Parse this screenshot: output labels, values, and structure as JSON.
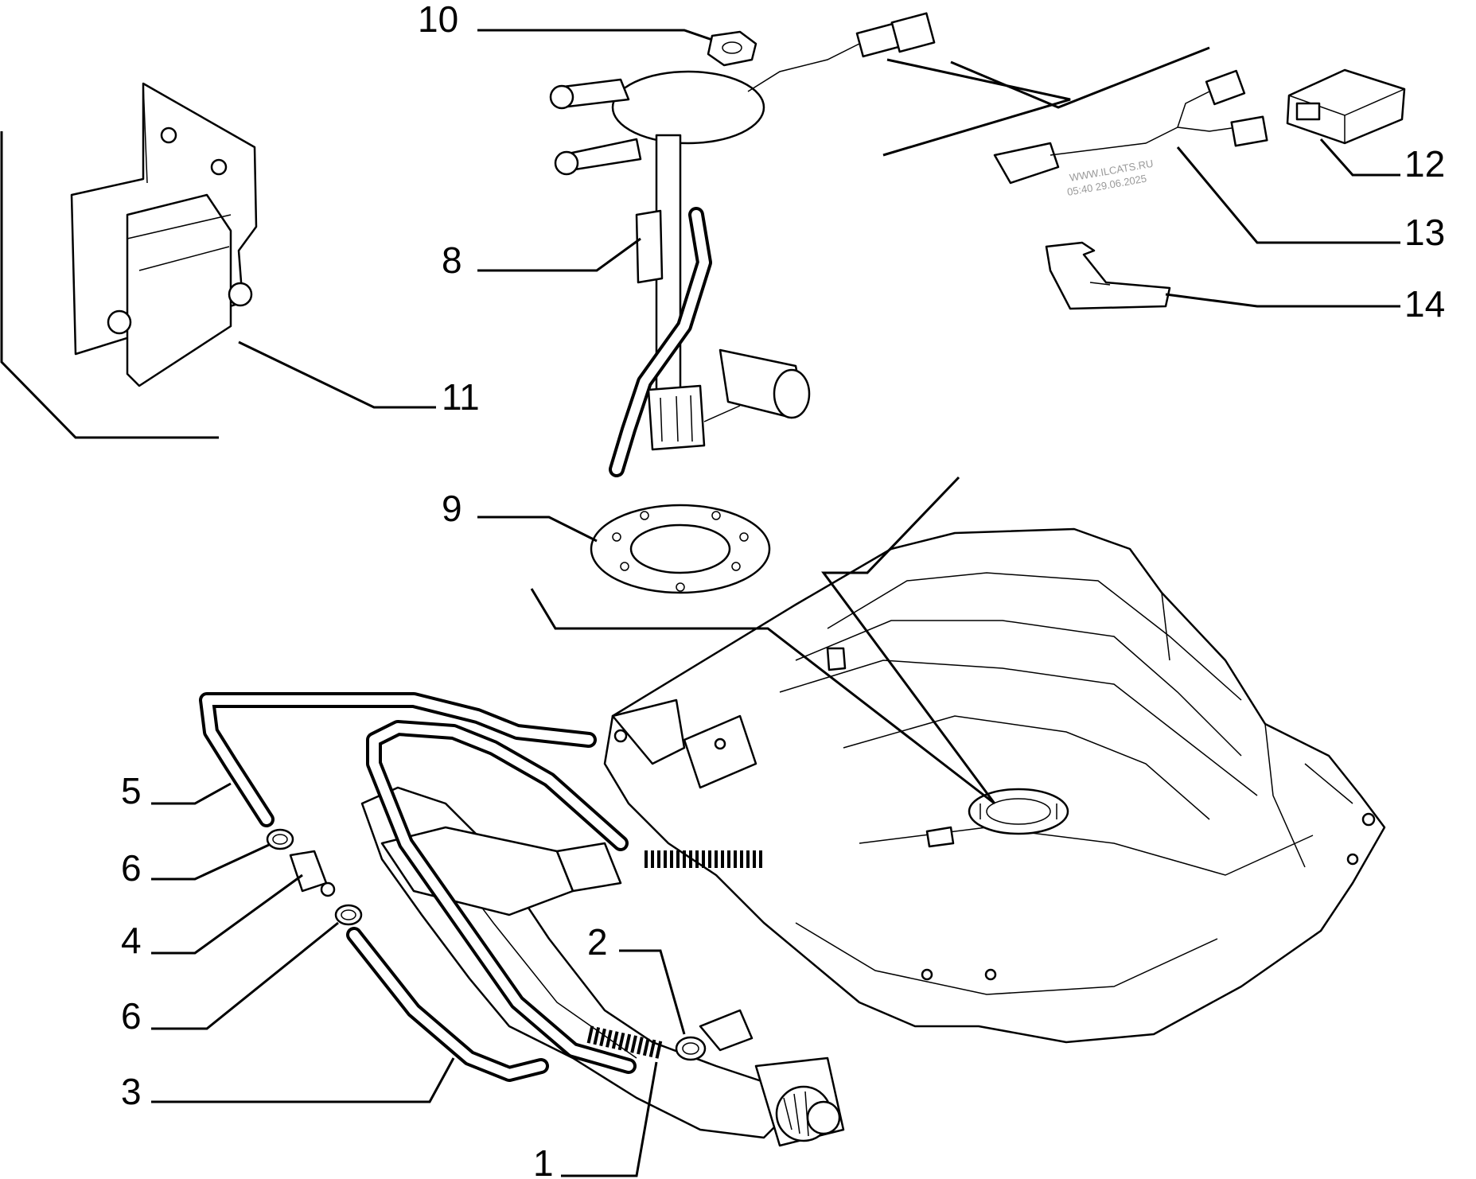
{
  "diagram": {
    "type": "exploded-parts-diagram",
    "callouts": [
      {
        "id": "c10",
        "text": "10"
      },
      {
        "id": "c8",
        "text": "8"
      },
      {
        "id": "c11",
        "text": "11"
      },
      {
        "id": "c9",
        "text": "9"
      },
      {
        "id": "c12",
        "text": "12"
      },
      {
        "id": "c13",
        "text": "13"
      },
      {
        "id": "c14",
        "text": "14"
      },
      {
        "id": "c5",
        "text": "5"
      },
      {
        "id": "c6a",
        "text": "6"
      },
      {
        "id": "c4",
        "text": "4"
      },
      {
        "id": "c6b",
        "text": "6"
      },
      {
        "id": "c3",
        "text": "3"
      },
      {
        "id": "c2",
        "text": "2"
      },
      {
        "id": "c1",
        "text": "1"
      }
    ],
    "watermark": {
      "line1": "WWW.ILCATS.RU",
      "line2": "05:40 29.06.2025"
    }
  }
}
